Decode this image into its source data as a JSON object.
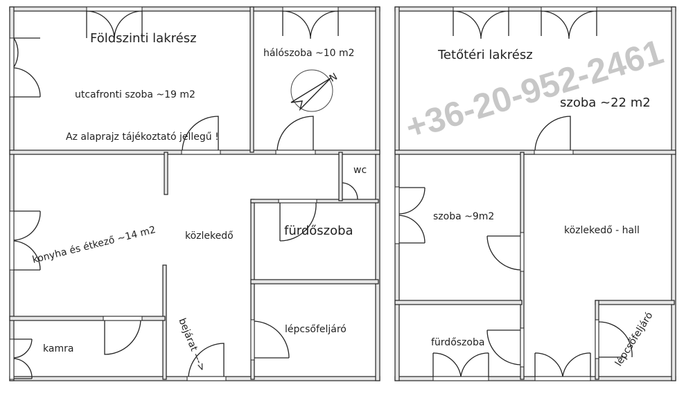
{
  "ground_floor": {
    "title": "Földszinti lakrész",
    "rooms": {
      "street_room": "utcafronti szoba ~19 m2",
      "disclaimer": "Az alaprajz tájékoztató jellegű !",
      "bedroom": "hálószoba ~10 m2",
      "wc": "wc",
      "kitchen": "konyha és étkező ~14 m2",
      "corridor": "közlekedő",
      "bathroom": "fürdőszoba",
      "pantry": "kamra",
      "entrance": "bejárat --->",
      "staircase": "lépcsőfeljáró"
    },
    "compass_label": "N"
  },
  "attic_floor": {
    "title": "Tetőtéri lakrész",
    "rooms": {
      "large_room": "szoba ~22 m2",
      "small_room": "szoba ~9m2",
      "hall": "közlekedő - hall",
      "bathroom": "fürdőszoba",
      "staircase": "lépcsőfeljáró"
    }
  },
  "watermark": "+36-20-952-2461"
}
